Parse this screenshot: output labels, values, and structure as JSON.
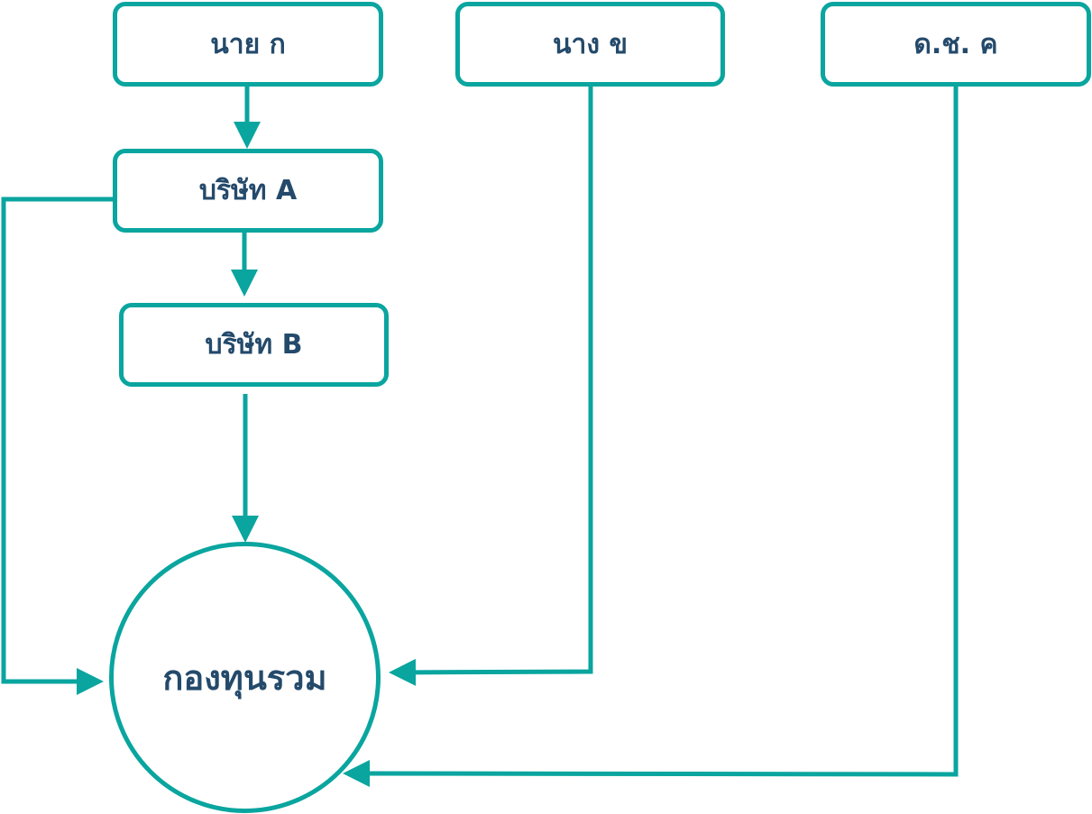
{
  "colors": {
    "line": "#0aa59f",
    "text": "#244a6b",
    "background": "#ffffff"
  },
  "nodes": {
    "mr_a": "นาย ก",
    "mrs_b": "นาง ข",
    "miss_c": "ด.ช. ค",
    "company_a": "บริษัท A",
    "company_b": "บริษัท B",
    "fund": "กองทุนรวม"
  },
  "edges": [
    {
      "from": "นาย ก",
      "to": "บริษัท A"
    },
    {
      "from": "บริษัท A",
      "to": "บริษัท B"
    },
    {
      "from": "บริษัท B",
      "to": "กองทุนรวม"
    },
    {
      "from": "บริษัท A",
      "to": "กองทุนรวม"
    },
    {
      "from": "นาง ข",
      "to": "กองทุนรวม"
    },
    {
      "from": "ด.ช. ค",
      "to": "กองทุนรวม"
    }
  ]
}
